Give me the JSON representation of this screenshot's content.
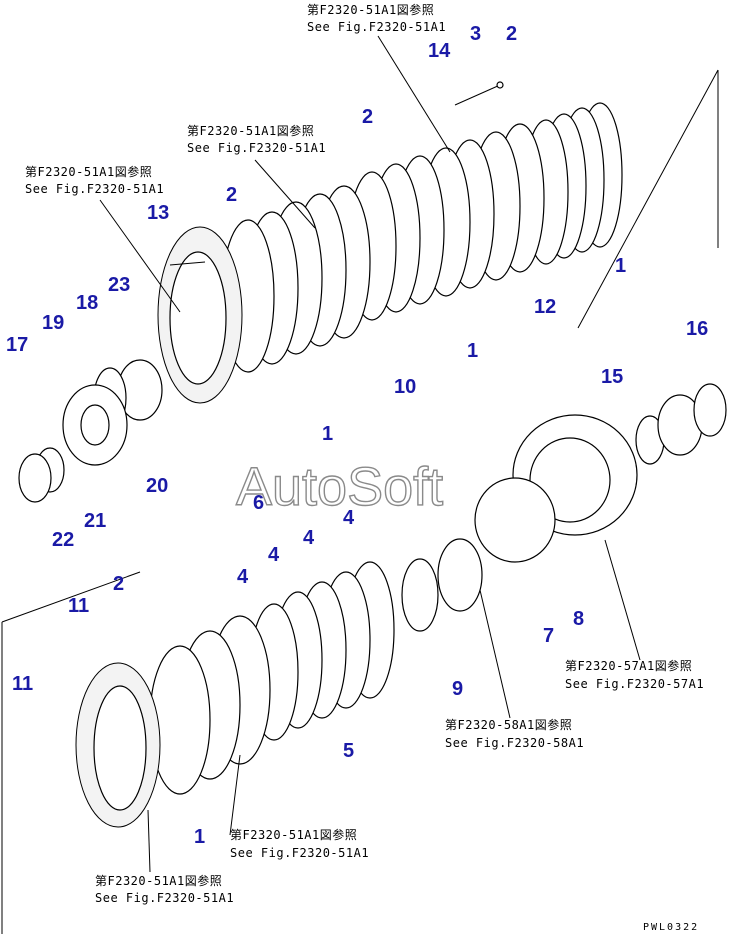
{
  "callouts": [
    {
      "id": "c1",
      "text": "1"
    },
    {
      "id": "c2",
      "text": "1"
    },
    {
      "id": "c3",
      "text": "1"
    },
    {
      "id": "c4",
      "text": "1"
    },
    {
      "id": "c5",
      "text": "2"
    },
    {
      "id": "c6",
      "text": "2"
    },
    {
      "id": "c7",
      "text": "2"
    },
    {
      "id": "c8",
      "text": "2"
    },
    {
      "id": "c9",
      "text": "3"
    },
    {
      "id": "c10",
      "text": "4"
    },
    {
      "id": "c11",
      "text": "4"
    },
    {
      "id": "c12",
      "text": "4"
    },
    {
      "id": "c13",
      "text": "4"
    },
    {
      "id": "c14",
      "text": "5"
    },
    {
      "id": "c15",
      "text": "6"
    },
    {
      "id": "c16",
      "text": "7"
    },
    {
      "id": "c17",
      "text": "8"
    },
    {
      "id": "c18",
      "text": "9"
    },
    {
      "id": "c19",
      "text": "10"
    },
    {
      "id": "c20",
      "text": "11"
    },
    {
      "id": "c21",
      "text": "11"
    },
    {
      "id": "c22",
      "text": "12"
    },
    {
      "id": "c23",
      "text": "13"
    },
    {
      "id": "c24",
      "text": "14"
    },
    {
      "id": "c25",
      "text": "15"
    },
    {
      "id": "c26",
      "text": "16"
    },
    {
      "id": "c27",
      "text": "17"
    },
    {
      "id": "c28",
      "text": "18"
    },
    {
      "id": "c29",
      "text": "19"
    },
    {
      "id": "c30",
      "text": "20"
    },
    {
      "id": "c31",
      "text": "21"
    },
    {
      "id": "c32",
      "text": "22"
    },
    {
      "id": "c33",
      "text": "23"
    }
  ],
  "refs": {
    "r1_jp": "第F2320-51A1図参照",
    "r1_en": "See Fig.F2320-51A1",
    "r2_jp": "第F2320-51A1図参照",
    "r2_en": "See Fig.F2320-51A1",
    "r3_jp": "第F2320-51A1図参照",
    "r3_en": "See Fig.F2320-51A1",
    "r4_jp": "第F2320-57A1図参照",
    "r4_en": "See Fig.F2320-57A1",
    "r5_jp": "第F2320-58A1図参照",
    "r5_en": "See Fig.F2320-58A1",
    "r6_jp": "第F2320-51A1図参照",
    "r6_en": "See Fig.F2320-51A1",
    "r7_jp": "第F2320-51A1図参照",
    "r7_en": "See Fig.F2320-51A1"
  },
  "watermark": "AutoSoft",
  "drawing_code": "PWL0322",
  "colors": {
    "callout": "#1a1aa6",
    "line": "#000000"
  }
}
